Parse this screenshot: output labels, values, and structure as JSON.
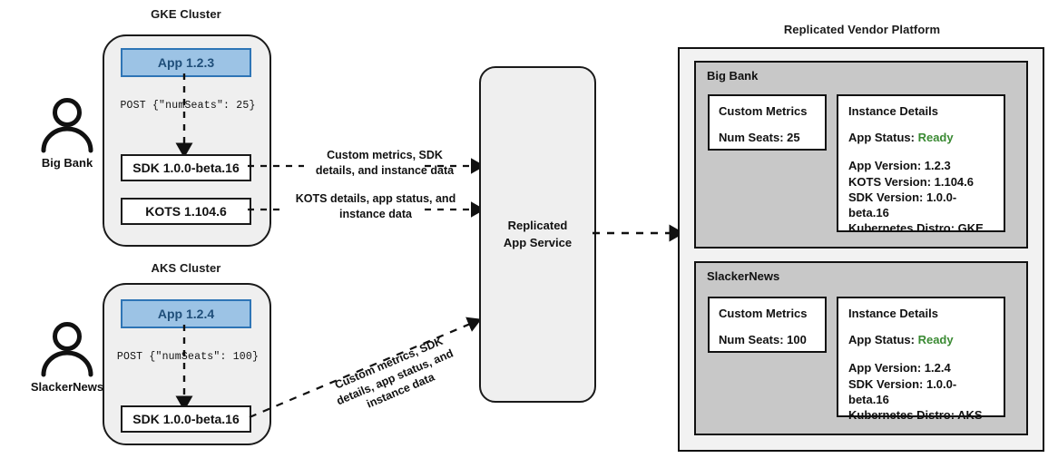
{
  "diagram": {
    "title_gke": "GKE Cluster",
    "title_aks": "AKS Cluster",
    "title_platform": "Replicated Vendor Platform"
  },
  "personas": [
    {
      "name": "Big Bank",
      "icon": "user-icon"
    },
    {
      "name": "SlackerNews",
      "icon": "user-icon"
    }
  ],
  "clusters": [
    {
      "title": "GKE Cluster",
      "app": "App 1.2.3",
      "post": "POST {\"numSeats\": 25}",
      "components": [
        "SDK 1.0.0-beta.16",
        "KOTS 1.104.6"
      ]
    },
    {
      "title": "AKS Cluster",
      "app": "App 1.2.4",
      "post": "POST {\"numSeats\": 100}",
      "components": [
        "SDK 1.0.0-beta.16"
      ]
    }
  ],
  "edges": {
    "sdk_label": "Custom metrics, SDK\ndetails, and instance data",
    "sdk_label_line1": "Custom metrics, SDK",
    "sdk_label_line2": "details, and instance data",
    "kots_label_line1": "KOTS details, app status, and",
    "kots_label_line2": "instance data",
    "aks_label_line1": "Custom metrics, SDK",
    "aks_label_line2": "details, app status, and",
    "aks_label_line3": "instance data"
  },
  "service": {
    "line1": "Replicated",
    "line2": "App Service"
  },
  "platform": {
    "title": "Replicated Vendor Platform",
    "tenants": [
      {
        "name": "Big Bank",
        "metrics": {
          "heading": "Custom Metrics",
          "rows": [
            "Num Seats: 25"
          ]
        },
        "details": {
          "heading": "Instance Details",
          "status_label": "App Status:",
          "status_value": "Ready",
          "status_color": "#3a8a33",
          "rows": [
            "App Version: 1.2.3",
            "KOTS Version: 1.104.6",
            "SDK Version: 1.0.0-beta.16",
            "Kubernetes Distro: GKE"
          ]
        }
      },
      {
        "name": "SlackerNews",
        "metrics": {
          "heading": "Custom Metrics",
          "rows": [
            "Num Seats: 100"
          ]
        },
        "details": {
          "heading": "Instance Details",
          "status_label": "App Status:",
          "status_value": "Ready",
          "status_color": "#3a8a33",
          "rows": [
            "App Version: 1.2.4",
            "SDK Version: 1.0.0-beta.16",
            "Kubernetes Distro: AKS"
          ]
        }
      }
    ]
  },
  "colors": {
    "app_fill": "#9cc3e5",
    "app_border": "#2e75b6",
    "app_text": "#1f4e79",
    "cluster_fill": "#efefef",
    "tenant_fill": "#c8c8c8",
    "platform_fill": "#f2f2f2",
    "ready_green": "#3a8a33",
    "stroke": "#1a1a1a"
  }
}
